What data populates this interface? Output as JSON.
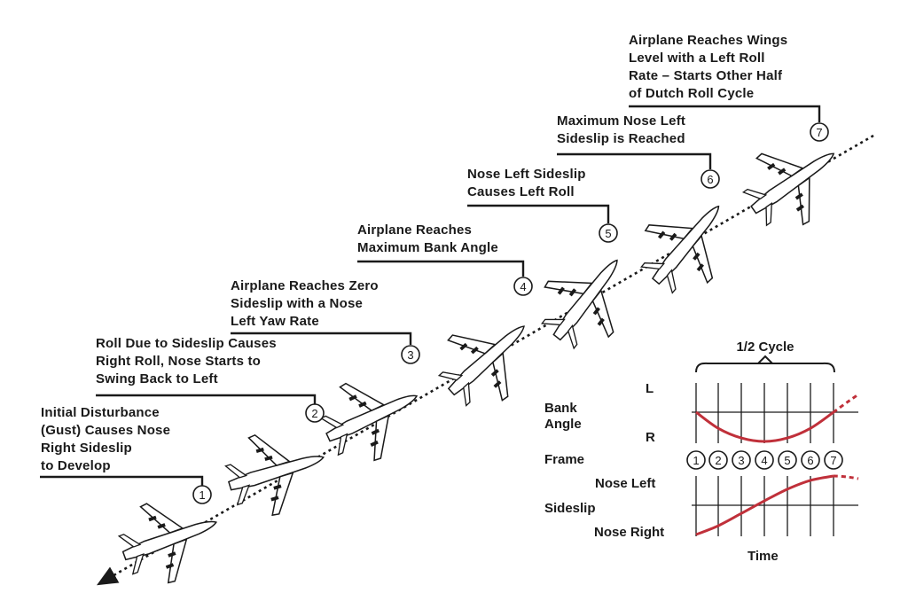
{
  "steps": [
    {
      "number": "1",
      "text": "Initial Disturbance\n(Gust) Causes Nose\nRight Sideslip\nto Develop"
    },
    {
      "number": "2",
      "text": "Roll Due to Sideslip Causes\nRight Roll, Nose Starts to\nSwing Back to Left"
    },
    {
      "number": "3",
      "text": "Airplane Reaches Zero\nSideslip with a Nose\nLeft Yaw Rate"
    },
    {
      "number": "4",
      "text": "Airplane Reaches\nMaximum Bank Angle"
    },
    {
      "number": "5",
      "text": "Nose Left Sideslip\nCauses Left Roll"
    },
    {
      "number": "6",
      "text": "Maximum Nose Left\nSideslip is Reached"
    },
    {
      "number": "7",
      "text": "Airplane Reaches Wings\nLevel with a Left Roll\nRate – Starts Other Half\nof Dutch Roll Cycle"
    }
  ],
  "graph": {
    "cycle_label": "1/2 Cycle",
    "bank_label": "Bank\nAngle",
    "bank_left": "L",
    "bank_right": "R",
    "frame_label": "Frame",
    "frames": [
      "1",
      "2",
      "3",
      "4",
      "5",
      "6",
      "7"
    ],
    "nose_left": "Nose Left",
    "sideslip_label": "Sideslip",
    "nose_right": "Nose Right",
    "time_label": "Time",
    "curve_color": "#c0303a",
    "bank_curve": [
      0,
      -0.55,
      -0.88,
      -1.0,
      -0.88,
      -0.55,
      0
    ],
    "sideslip_curve": [
      -1.0,
      -0.7,
      -0.28,
      0.15,
      0.55,
      0.85,
      1.0
    ]
  }
}
